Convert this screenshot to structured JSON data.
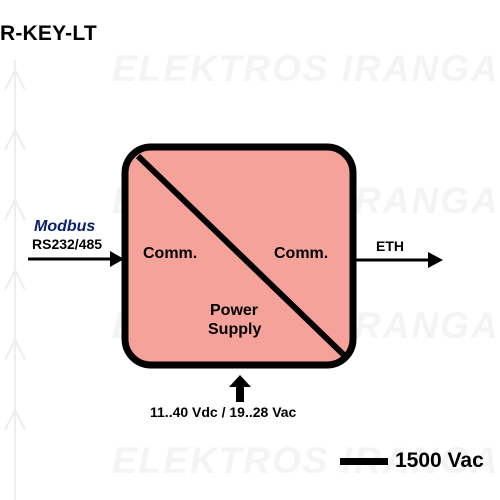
{
  "title": "R-KEY-LT",
  "watermark": "ELEKTROS IRANGA",
  "input_protocol": "Modbus",
  "input_interface": "RS232/485",
  "left_block": "Comm.",
  "right_block": "Comm.",
  "output_interface": "ETH",
  "power_label_line1": "Power",
  "power_label_line2": "Supply",
  "power_spec": "11..40 Vdc / 19..28 Vac",
  "isolation": "1500 Vac",
  "colors": {
    "box_fill": "#f4a29a",
    "box_stroke": "#000000",
    "modbus_text": "#0b1f6e",
    "watermark": "#f4f4f4"
  }
}
